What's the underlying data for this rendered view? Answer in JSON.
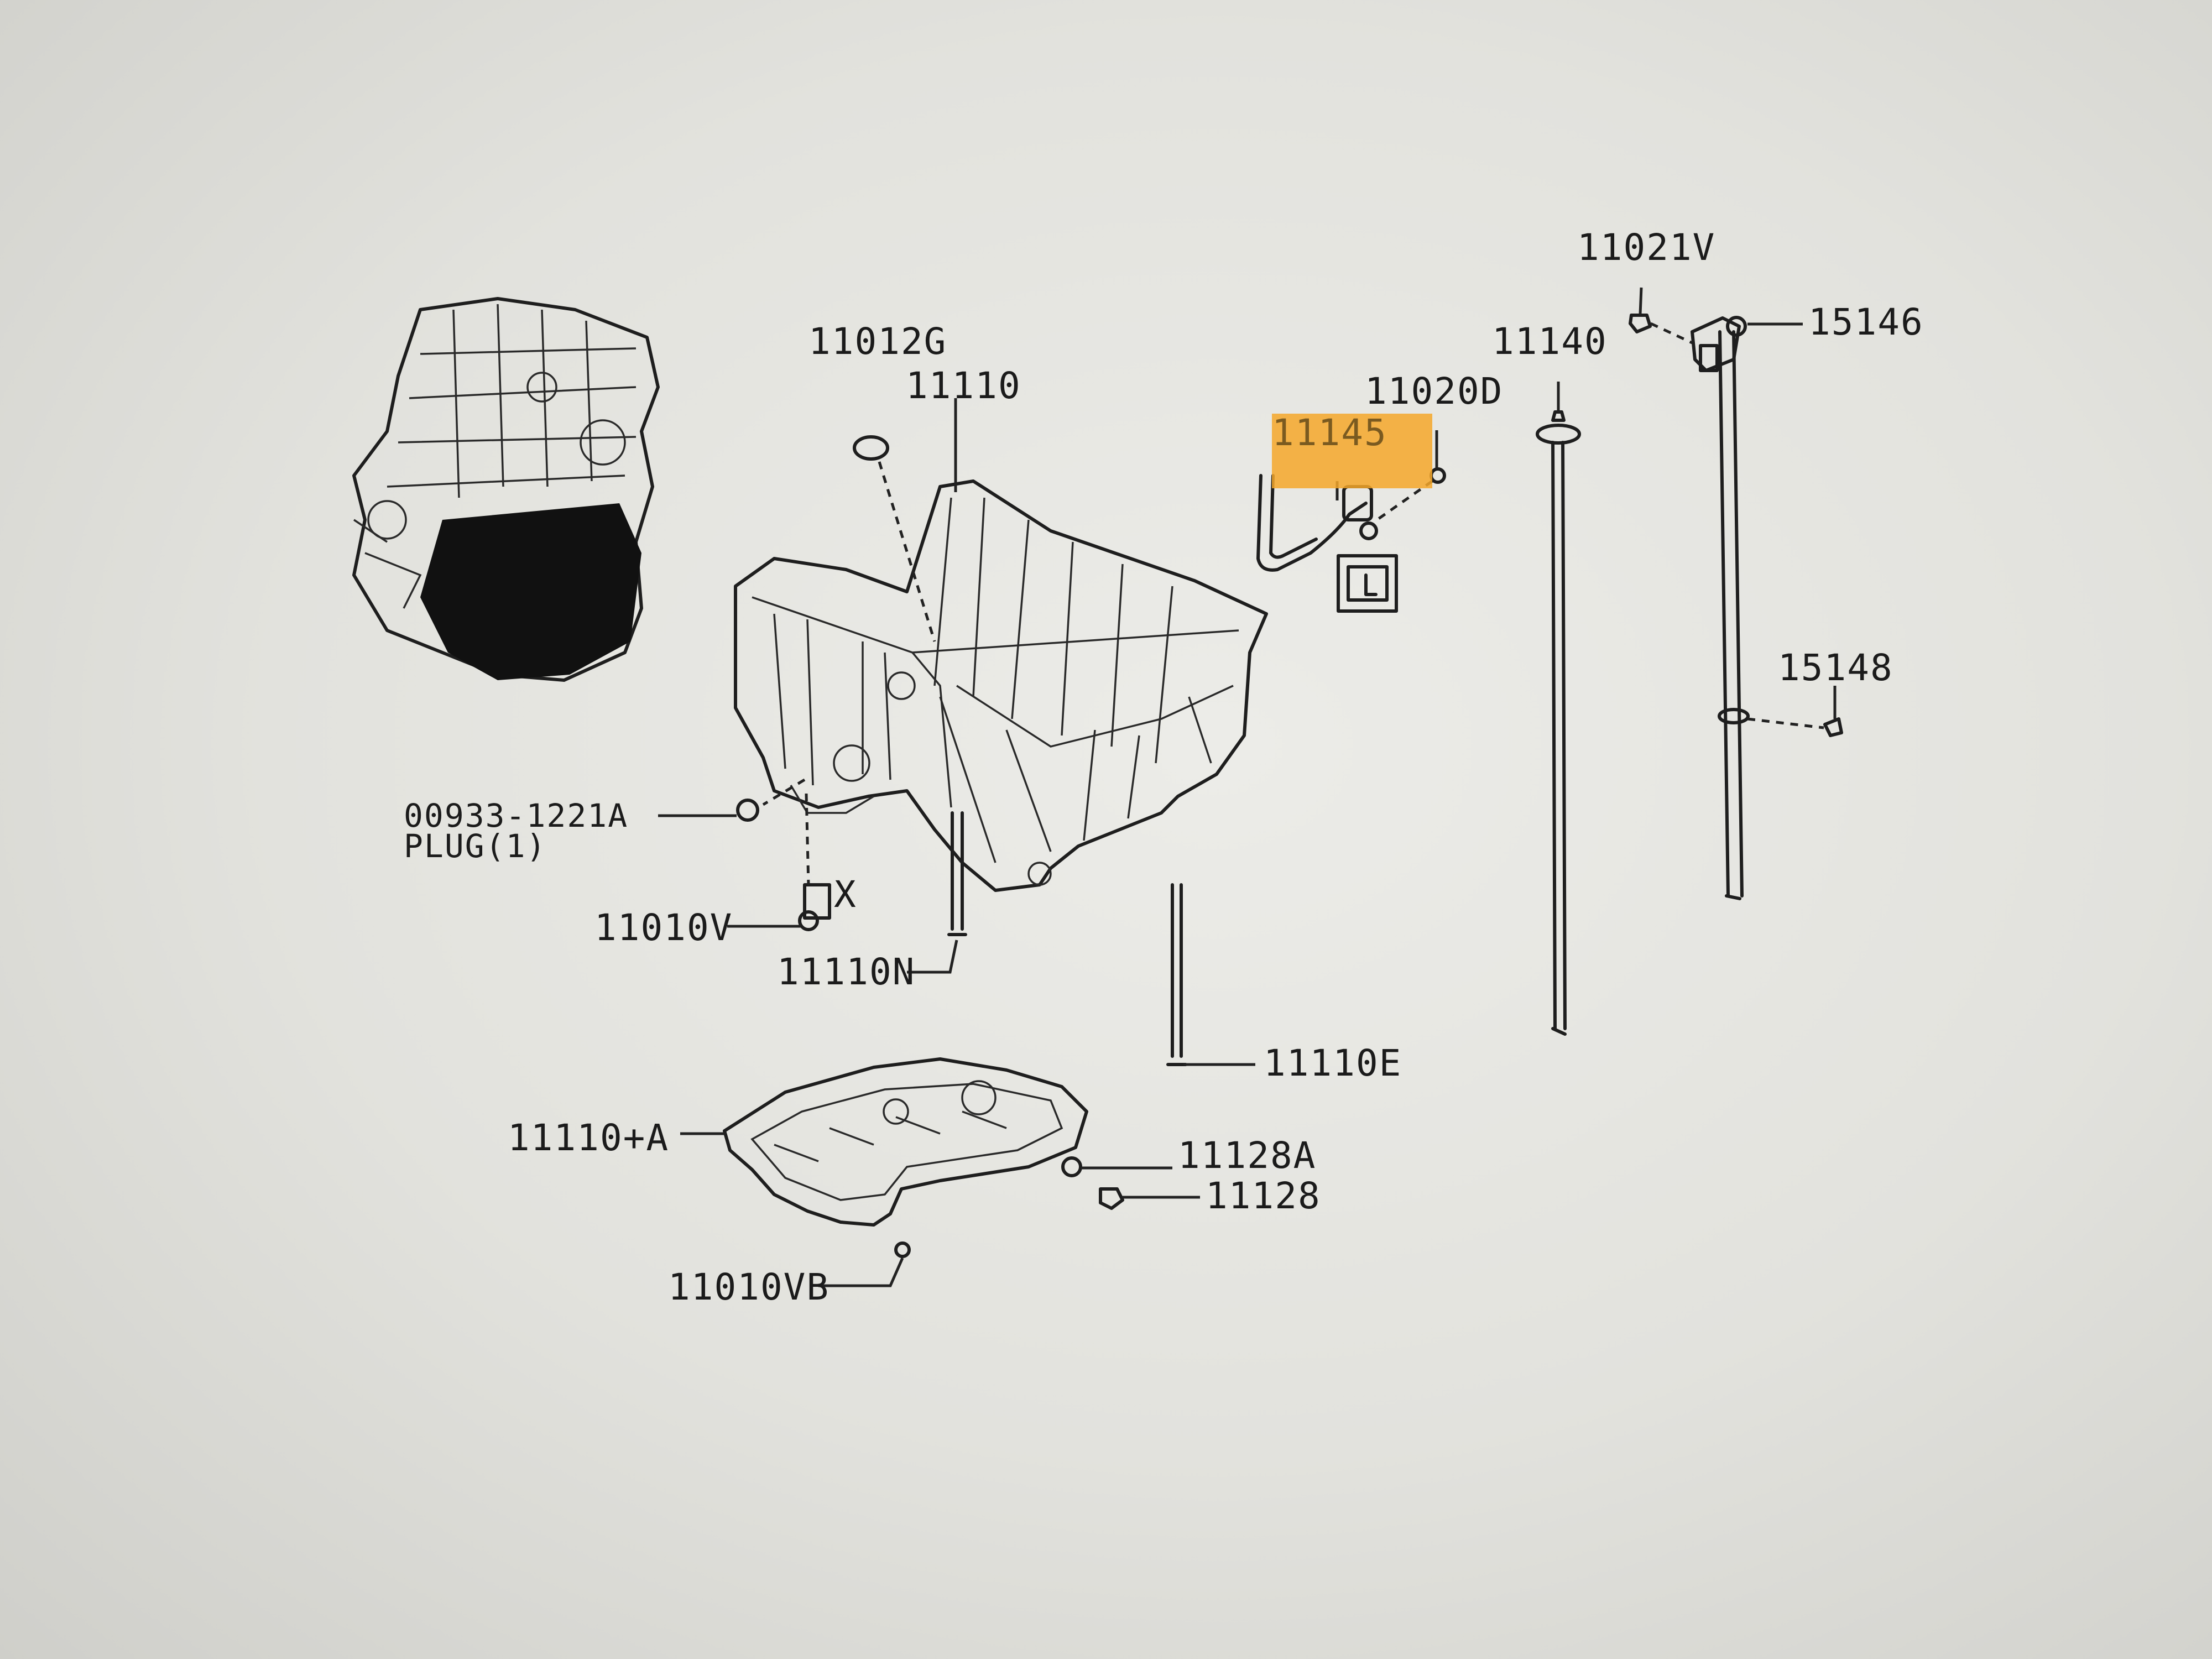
{
  "diagram": {
    "labels": {
      "part_11012G": "11012G",
      "part_11110": "11110",
      "part_11145": "11145",
      "part_11020D": "11020D",
      "part_11140": "11140",
      "part_11021V": "11021V",
      "part_15146": "15146",
      "part_15148": "15148",
      "part_00933_1221A": "00933-1221A",
      "plug_qty": "PLUG(1)",
      "part_11010V": "11010V",
      "part_11110N": "11110N",
      "part_11110E": "11110E",
      "part_11110_A": "11110+A",
      "part_11128A": "11128A",
      "part_11128": "11128",
      "part_11010VB": "11010VB",
      "marker_x": "X"
    },
    "highlight_color": "#f4a72a",
    "line_color": "#1e1e1e",
    "background_color": "#e6e6e2"
  }
}
